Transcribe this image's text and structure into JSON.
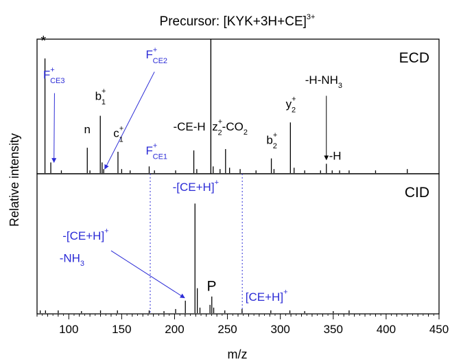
{
  "chart_data": {
    "type": "stick-spectrum",
    "title_main": "Precursor: [KYK+3H+CE]",
    "title_charge": "3+",
    "xlabel": "m/z",
    "ylabel": "Relative intensity",
    "xlim": [
      70,
      450
    ],
    "x_ticks": [
      100,
      150,
      200,
      250,
      300,
      350,
      400,
      450
    ],
    "x_tick_labels": [
      "100",
      "150",
      "200",
      "250",
      "300",
      "350",
      "400",
      "450"
    ],
    "colors": {
      "black": "#000000",
      "blue": "#2b2bd6"
    },
    "panels": [
      {
        "id": "ecd",
        "label": "ECD",
        "precursor_line": {
          "x": 234.3
        },
        "peaks": [
          {
            "x": 77.5,
            "y": 0.86
          },
          {
            "x": 83,
            "y": 0.08
          },
          {
            "x": 93,
            "y": 0.02
          },
          {
            "x": 117.5,
            "y": 0.19
          },
          {
            "x": 120,
            "y": 0.02
          },
          {
            "x": 129.8,
            "y": 0.43
          },
          {
            "x": 131.5,
            "y": 0.08
          },
          {
            "x": 133,
            "y": 0.03
          },
          {
            "x": 146.5,
            "y": 0.16
          },
          {
            "x": 150,
            "y": 0.03
          },
          {
            "x": 158,
            "y": 0.02
          },
          {
            "x": 176,
            "y": 0.05
          },
          {
            "x": 181,
            "y": 0.02
          },
          {
            "x": 201,
            "y": 0.02
          },
          {
            "x": 218.2,
            "y": 0.17
          },
          {
            "x": 221,
            "y": 0.03
          },
          {
            "x": 236.5,
            "y": 0.05
          },
          {
            "x": 243,
            "y": 0.03
          },
          {
            "x": 248.2,
            "y": 0.18
          },
          {
            "x": 252,
            "y": 0.04
          },
          {
            "x": 262,
            "y": 0.03
          },
          {
            "x": 277,
            "y": 0.02
          },
          {
            "x": 291.5,
            "y": 0.11
          },
          {
            "x": 294,
            "y": 0.03
          },
          {
            "x": 309.5,
            "y": 0.38
          },
          {
            "x": 313,
            "y": 0.04
          },
          {
            "x": 323,
            "y": 0.02
          },
          {
            "x": 338,
            "y": 0.02
          },
          {
            "x": 343.5,
            "y": 0.07
          },
          {
            "x": 349,
            "y": 0.02
          },
          {
            "x": 356,
            "y": 0.02
          },
          {
            "x": 365,
            "y": 0.02
          },
          {
            "x": 390,
            "y": 0.02
          },
          {
            "x": 420,
            "y": 0.03
          }
        ],
        "annotations": [
          {
            "key": "star",
            "text": "*",
            "sub": "",
            "sup": "",
            "color": "#000000",
            "x": 76,
            "y": 0.96,
            "size": 20,
            "anchor": "middle"
          },
          {
            "key": "fce3",
            "text": "F",
            "sub": "CE3",
            "sup": "+",
            "color": "#2b2bd6",
            "x": 86,
            "y": 0.71,
            "size": 17,
            "anchor": "middle"
          },
          {
            "key": "fce2",
            "text": "F",
            "sub": "CE2",
            "sup": "+",
            "color": "#2b2bd6",
            "x": 183,
            "y": 0.86,
            "size": 17,
            "anchor": "middle"
          },
          {
            "key": "b1",
            "text": "b",
            "sub": "1",
            "sup": "+",
            "color": "#000000",
            "x": 130,
            "y": 0.55,
            "size": 17,
            "anchor": "middle"
          },
          {
            "key": "n",
            "text": "n",
            "sub": "",
            "sup": "",
            "color": "#000000",
            "x": 117.5,
            "y": 0.3,
            "size": 17,
            "anchor": "middle"
          },
          {
            "key": "c1",
            "text": "c",
            "sub": "1",
            "sup": "+",
            "color": "#000000",
            "x": 147,
            "y": 0.27,
            "size": 17,
            "anchor": "middle"
          },
          {
            "key": "fce1",
            "text": "F",
            "sub": "CE1",
            "sup": "+",
            "color": "#2b2bd6",
            "x": 183,
            "y": 0.14,
            "size": 17,
            "anchor": "middle"
          },
          {
            "key": "ceh",
            "text": "-CE-H",
            "sub": "",
            "sup": "",
            "color": "#000000",
            "x": 214,
            "y": 0.32,
            "size": 17,
            "anchor": "middle"
          },
          {
            "key": "z2",
            "text": "z",
            "sub": "2",
            "sup": "+",
            "tail": "-CO",
            "tail_sub": "2",
            "color": "#000000",
            "x": 235.5,
            "y": 0.32,
            "size": 17,
            "anchor": "start"
          },
          {
            "key": "b2",
            "text": "b",
            "sub": "2",
            "sup": "+",
            "color": "#000000",
            "x": 292,
            "y": 0.22,
            "size": 17,
            "anchor": "middle"
          },
          {
            "key": "y2",
            "text": "y",
            "sub": "2",
            "sup": "+",
            "color": "#000000",
            "x": 310,
            "y": 0.49,
            "size": 17,
            "anchor": "middle"
          },
          {
            "key": "hnh3",
            "text": "-H-NH",
            "sub": "3",
            "sup": "",
            "color": "#000000",
            "x": 341,
            "y": 0.67,
            "size": 17,
            "anchor": "middle"
          },
          {
            "key": "h",
            "text": "-H",
            "sub": "",
            "sup": "",
            "color": "#000000",
            "x": 346,
            "y": 0.1,
            "size": 17,
            "anchor": "start"
          }
        ],
        "arrows": [
          {
            "key": "arr-fce3",
            "color": "#2b2bd6",
            "x1": 86.5,
            "y1": 0.6,
            "x2": 86,
            "y2": 0.08
          },
          {
            "key": "arr-fce2",
            "color": "#2b2bd6",
            "x1": 181,
            "y1": 0.76,
            "x2": 134,
            "y2": 0.03
          },
          {
            "key": "arr-hnh3",
            "color": "#000000",
            "x1": 343.5,
            "y1": 0.58,
            "x2": 343.5,
            "y2": 0.1
          }
        ]
      },
      {
        "id": "cid",
        "label": "CID",
        "peaks": [
          {
            "x": 73,
            "y": 0.02
          },
          {
            "x": 78,
            "y": 0.02
          },
          {
            "x": 90,
            "y": 0.02
          },
          {
            "x": 112,
            "y": 0.015
          },
          {
            "x": 130,
            "y": 0.02
          },
          {
            "x": 146,
            "y": 0.02
          },
          {
            "x": 176,
            "y": 0.02
          },
          {
            "x": 190,
            "y": 0.015
          },
          {
            "x": 201,
            "y": 0.03
          },
          {
            "x": 210.2,
            "y": 0.09
          },
          {
            "x": 219.3,
            "y": 0.79
          },
          {
            "x": 221.5,
            "y": 0.18
          },
          {
            "x": 224,
            "y": 0.04
          },
          {
            "x": 233.5,
            "y": 0.06
          },
          {
            "x": 235.2,
            "y": 0.12
          },
          {
            "x": 237,
            "y": 0.04
          },
          {
            "x": 247.5,
            "y": 0.02
          },
          {
            "x": 263.8,
            "y": 0.03
          },
          {
            "x": 291,
            "y": 0.02
          },
          {
            "x": 309,
            "y": 0.02
          },
          {
            "x": 323,
            "y": 0.015
          },
          {
            "x": 350,
            "y": 0.015
          },
          {
            "x": 365,
            "y": 0.02
          }
        ],
        "dotted_lines": [
          {
            "key": "dot-left",
            "x": 177
          },
          {
            "key": "dot-right",
            "x": 264
          }
        ],
        "annotations": [
          {
            "key": "ceh-loss",
            "text": "-[CE+H]",
            "sub": "",
            "sup": "+",
            "color": "#2b2bd6",
            "x": 220,
            "y": 0.88,
            "size": 17,
            "anchor": "middle"
          },
          {
            "key": "ceh-nh3",
            "text": "-[CE+H]",
            "sub": "",
            "sup": "+",
            "color": "#2b2bd6",
            "x": 116,
            "y": 0.53,
            "size": 17,
            "anchor": "middle"
          },
          {
            "key": "nh3",
            "text": "-NH",
            "sub": "3",
            "sup": "",
            "color": "#2b2bd6",
            "x": 103,
            "y": 0.37,
            "size": 17,
            "anchor": "middle"
          },
          {
            "key": "p",
            "text": "P",
            "sub": "",
            "sup": "",
            "color": "#000000",
            "x": 235,
            "y": 0.16,
            "size": 21,
            "anchor": "middle"
          },
          {
            "key": "ceh-ion",
            "text": "[CE+H]",
            "sub": "",
            "sup": "+",
            "color": "#2b2bd6",
            "x": 267,
            "y": 0.09,
            "size": 17,
            "anchor": "start"
          }
        ],
        "arrows": [
          {
            "key": "arr-ceh-nh3",
            "color": "#2b2bd6",
            "x1": 140,
            "y1": 0.45,
            "x2": 209.5,
            "y2": 0.11
          }
        ]
      }
    ]
  }
}
